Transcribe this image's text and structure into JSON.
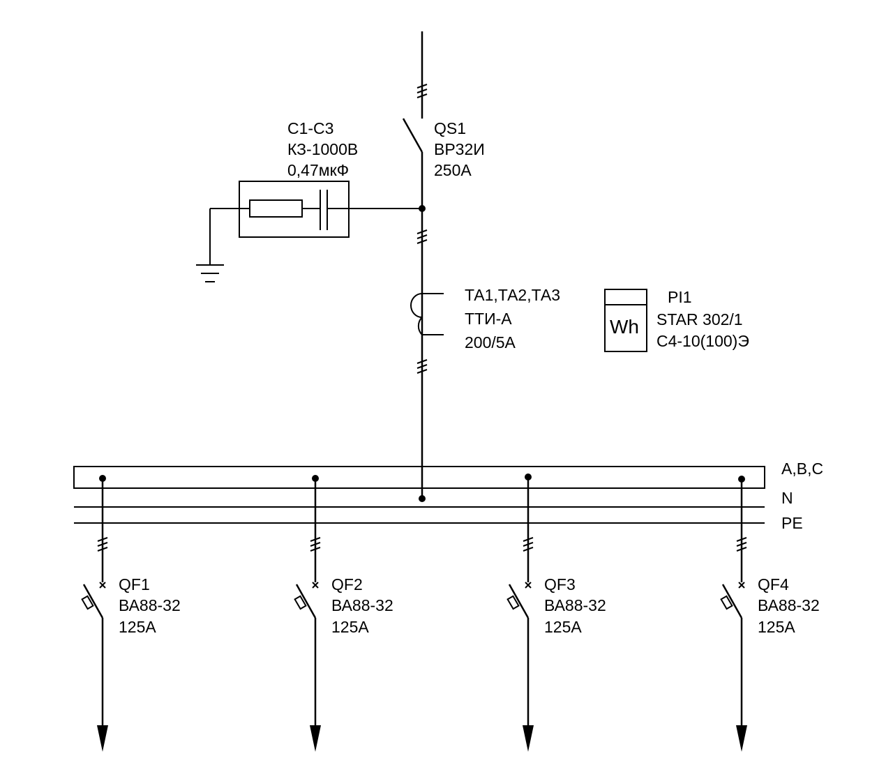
{
  "disconnector": {
    "designation": "QS1",
    "type": "ВР32И",
    "rating": "250А"
  },
  "surge_suppressor": {
    "designation": "С1-С3",
    "type": "КЗ-1000В",
    "rating": "0,47мкФ"
  },
  "current_transformers": {
    "designation": "ТА1,ТА2,ТА3",
    "type": "ТТИ-А",
    "ratio": "200/5А"
  },
  "meter": {
    "designation": "PI1",
    "symbol": "Wh",
    "type": "STAR 302/1",
    "class": "С4-10(100)Э"
  },
  "busbars": {
    "phases": "A,B,C",
    "neutral": "N",
    "protective": "PE"
  },
  "feeders": [
    {
      "designation": "QF1",
      "type": "ВА88-32",
      "rating": "125А"
    },
    {
      "designation": "QF2",
      "type": "ВА88-32",
      "rating": "125А"
    },
    {
      "designation": "QF3",
      "type": "ВА88-32",
      "rating": "125А"
    },
    {
      "designation": "QF4",
      "type": "ВА88-32",
      "rating": "125А"
    }
  ]
}
